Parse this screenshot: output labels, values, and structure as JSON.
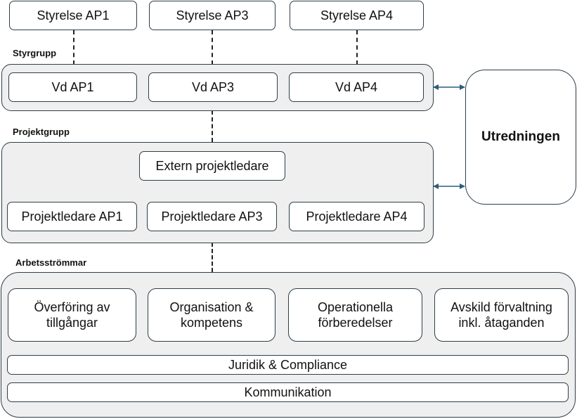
{
  "boards": [
    "Styrelse AP1",
    "Styrelse AP3",
    "Styrelse AP4"
  ],
  "steering": {
    "label": "Styrgrupp",
    "items": [
      "Vd AP1",
      "Vd AP3",
      "Vd AP4"
    ]
  },
  "project": {
    "label": "Projektgrupp",
    "lead": "Extern projektledare",
    "items": [
      "Projektledare AP1",
      "Projektledare AP3",
      "Projektledare AP4"
    ]
  },
  "workstreams": {
    "label": "Arbetsströmmar",
    "items": [
      [
        "Överföring av",
        "tillgångar"
      ],
      [
        "Organisation &",
        "kompetens"
      ],
      [
        "Operationella",
        "förberedelser"
      ],
      [
        "Avskild förvaltning",
        "inkl. åtaganden"
      ]
    ],
    "juridik": "Juridik & Compliance",
    "kommunikation": "Kommunikation"
  },
  "inquiry": "Utredningen",
  "colors": {
    "border": "#2e3e48",
    "group_fill": "#efefef",
    "arrow": "#2a5d7c"
  }
}
